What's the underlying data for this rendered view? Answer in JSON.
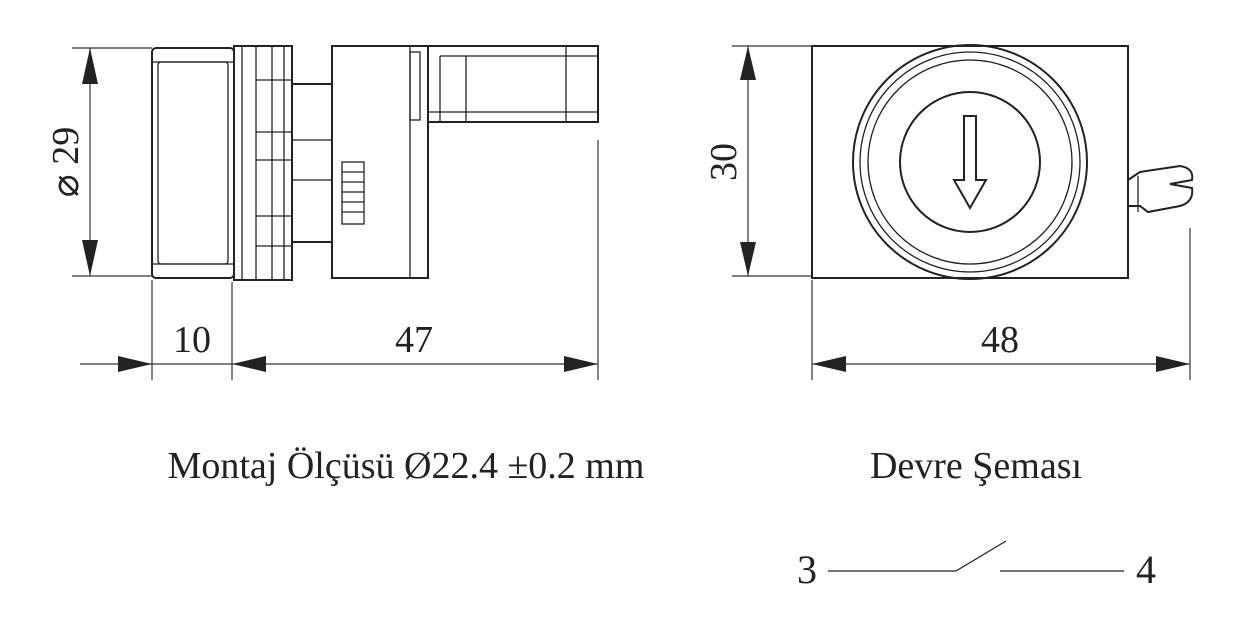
{
  "side_view": {
    "diameter_label": "⌀ 29",
    "dim_front": "10",
    "dim_body": "47"
  },
  "front_view": {
    "dim_height": "30",
    "dim_width": "48",
    "symbol": "down-arrow-icon"
  },
  "captions": {
    "mounting": "Montaj Ölçüsü Ø22.4 ±0.2 mm",
    "circuit": "Devre Şeması"
  },
  "circuit": {
    "terminal_left": "3",
    "terminal_right": "4"
  }
}
